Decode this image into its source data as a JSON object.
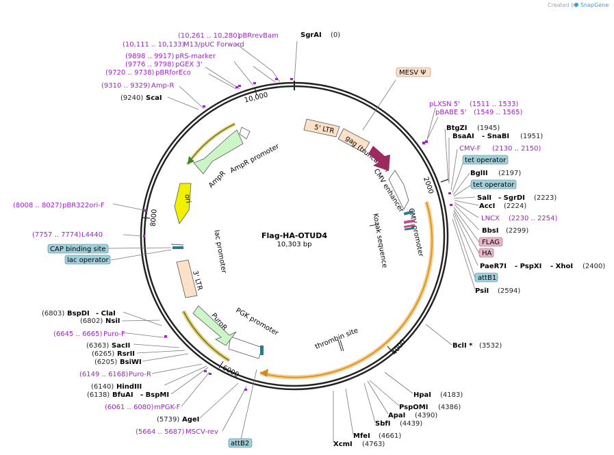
{
  "credit": {
    "prefix": "Created by",
    "brand": "SnapGene"
  },
  "plasmid": {
    "name": "Flag-HA-OTUD4",
    "size": "10,303 bp"
  },
  "ticks": [
    {
      "label": "2000"
    },
    {
      "label": "4000"
    },
    {
      "label": "6000"
    },
    {
      "label": "8000"
    },
    {
      "label": "10,000"
    }
  ],
  "enzymes_left": [
    {
      "pos": "(9240)",
      "name": "ScaI"
    },
    {
      "pos": "(6803)",
      "name": "BspDI",
      "name2": "- ClaI"
    },
    {
      "pos": "(6802)",
      "name": "NsiI"
    },
    {
      "pos": "(6363)",
      "name": "SacII"
    },
    {
      "pos": "(6265)",
      "name": "RsrII"
    },
    {
      "pos": "(6205)",
      "name": "BsiWI"
    },
    {
      "pos": "(6140)",
      "name": "HindIII"
    },
    {
      "pos": "(6138)",
      "name": "BfuAI",
      "name2": "- BspMI"
    },
    {
      "pos": "(5739)",
      "name": "AgeI"
    }
  ],
  "enzymes_right": [
    {
      "name": "SgrAI",
      "pos": "(0)"
    },
    {
      "name": "BtgZI",
      "pos": "(1945)"
    },
    {
      "name": "BsaAI",
      "name2": "- SnaBI",
      "pos": "(1951)"
    },
    {
      "name": "BglII",
      "pos": "(2197)"
    },
    {
      "name": "SalI",
      "name2": "- SgrDI",
      "pos": "(2223)"
    },
    {
      "name": "AccI",
      "pos": "(2224)"
    },
    {
      "name": "BbsI",
      "pos": "(2299)"
    },
    {
      "name": "PaeR7I",
      "name2": "- PspXI",
      "name3": "- XhoI",
      "pos": "(2400)"
    },
    {
      "name": "PsiI",
      "pos": "(2594)"
    },
    {
      "name": "BclI *",
      "pos": "(3532)"
    },
    {
      "name": "HpaI",
      "pos": "(4183)"
    },
    {
      "name": "PspOMI",
      "pos": "(4386)"
    },
    {
      "name": "ApaI",
      "pos": "(4390)"
    },
    {
      "name": "SbfI",
      "pos": "(4439)"
    },
    {
      "name": "MfeI",
      "pos": "(4661)"
    },
    {
      "name": "XcmI",
      "pos": "(4763)"
    }
  ],
  "primers": [
    {
      "range": "(10,261 .. 10,280)",
      "name": "pBRrevBam"
    },
    {
      "range": "(10,111 .. 10,133)",
      "name": "M13/pUC Forward"
    },
    {
      "range": "(9898 .. 9917)",
      "name": "pRS-marker"
    },
    {
      "range": "(9776 .. 9798)",
      "name": "pGEX 3'"
    },
    {
      "range": "(9720 .. 9738)",
      "name": "pBRforEco"
    },
    {
      "range": "(9310 .. 9329)",
      "name": "Amp-R"
    },
    {
      "range": "(8008 .. 8027)",
      "name": "pBR322ori-F"
    },
    {
      "range": "(7757 .. 7774)",
      "name": "L4440"
    },
    {
      "range": "(6645 .. 6665)",
      "name": "Puro-F"
    },
    {
      "range": "(6149 .. 6168)",
      "name": "Puro-R"
    },
    {
      "range": "(6061 .. 6080)",
      "name": "mPGK-F"
    },
    {
      "range": "(5664 .. 5687)",
      "name": "MSCV-rev"
    },
    {
      "name": "pLXSN 5'",
      "range": "(1511 .. 1533)"
    },
    {
      "name": "pBABE 5'",
      "range": "(1549 .. 1565)"
    },
    {
      "name": "CMV-F",
      "range": "(2130 .. 2150)"
    },
    {
      "name": "LNCX",
      "range": "(2230 .. 2254)"
    }
  ],
  "boxed_features": [
    {
      "name": "MESV Ψ",
      "color": "#fde0c8"
    },
    {
      "name": "tet operator",
      "color": "#9fd0dc"
    },
    {
      "name": "tet operator",
      "color": "#9fd0dc"
    },
    {
      "name": "FLAG",
      "color": "#e8b4c8"
    },
    {
      "name": "HA",
      "color": "#e8b4c8"
    },
    {
      "name": "attB1",
      "color": "#9fd0dc"
    },
    {
      "name": "CAP binding site",
      "color": "#9fd0dc"
    },
    {
      "name": "lac operator",
      "color": "#9fd0dc"
    },
    {
      "name": "attB2",
      "color": "#9fd0dc"
    }
  ],
  "features": [
    {
      "name": "5' LTR",
      "color": "#fde0c8"
    },
    {
      "name": "gag (truncated)",
      "color": "#fde0c8"
    },
    {
      "name": "CMV enhancer",
      "color": "#ffffff"
    },
    {
      "name": "CMV promoter",
      "color": "#ffffff"
    },
    {
      "name": "Kozak sequence",
      "color": "#000000"
    },
    {
      "name": "thrombin site",
      "color": "#000000"
    },
    {
      "name": "3' LTR",
      "color": "#fde0c8"
    },
    {
      "name": "PGK promoter",
      "color": "#ffffff"
    },
    {
      "name": "PuroR",
      "color": "#ccf5c8"
    },
    {
      "name": "lac promoter",
      "color": "#ffffff"
    },
    {
      "name": "ori",
      "color": "#f0f000"
    },
    {
      "name": "AmpR",
      "color": "#ccf5c8"
    },
    {
      "name": "AmpR promoter",
      "color": "#ffffff"
    }
  ],
  "colors": {
    "backbone": "#222222",
    "primer": "#a020d0",
    "orf_highlight": "#f5c77a",
    "orf_arrow": "#d08a20",
    "cmv_arrow": "#9b2b5e",
    "green_orf": "#3a8a20"
  }
}
